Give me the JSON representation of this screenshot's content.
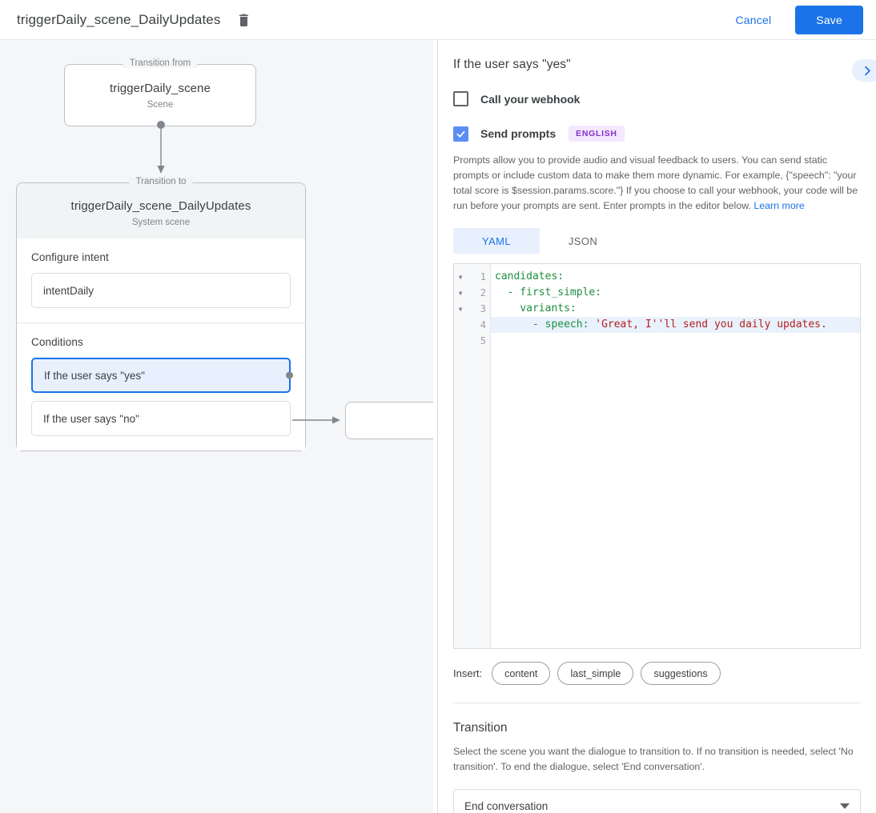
{
  "topbar": {
    "title": "triggerDaily_scene_DailyUpdates",
    "delete_icon": "trash-icon",
    "cancel_label": "Cancel",
    "save_label": "Save"
  },
  "canvas": {
    "from_node": {
      "legend": "Transition from",
      "title": "triggerDaily_scene",
      "subtitle": "Scene"
    },
    "to_node": {
      "legend": "Transition to",
      "title": "triggerDaily_scene_DailyUpdates",
      "subtitle": "System scene"
    },
    "intent_section": {
      "label": "Configure intent",
      "value": "intentDaily"
    },
    "conditions_section": {
      "label": "Conditions",
      "items": [
        {
          "label": "If the user says \"yes\"",
          "selected": true
        },
        {
          "label": "If the user says \"no\"",
          "selected": false
        }
      ]
    }
  },
  "panel": {
    "title": "If the user says \"yes\"",
    "expand_icon": "chevron-right-icon",
    "webhook": {
      "label": "Call your webhook",
      "checked": false
    },
    "prompts": {
      "label": "Send prompts",
      "checked": true,
      "language_badge": "ENGLISH",
      "description": "Prompts allow you to provide audio and visual feedback to users. You can send static prompts or include custom data to make them more dynamic. For example, {\"speech\": \"your total score is $session.params.score.\"} If you choose to call your webhook, your code will be run before your prompts are sent. Enter prompts in the editor below.",
      "learn_more": "Learn more"
    },
    "tabs": [
      {
        "label": "YAML",
        "active": true
      },
      {
        "label": "JSON",
        "active": false
      }
    ],
    "editor": {
      "lines": [
        {
          "num": "1",
          "fold": true,
          "highlight": false,
          "indent": "",
          "key": "candidates:",
          "string": ""
        },
        {
          "num": "2",
          "fold": true,
          "highlight": false,
          "indent": "  ",
          "key": "- first_simple:",
          "string": ""
        },
        {
          "num": "3",
          "fold": true,
          "highlight": false,
          "indent": "    ",
          "key": "variants:",
          "string": ""
        },
        {
          "num": "4",
          "fold": false,
          "highlight": true,
          "indent": "      ",
          "key": "- speech: ",
          "string": "'Great, I''ll send you daily updates."
        },
        {
          "num": "5",
          "fold": false,
          "highlight": false,
          "indent": "",
          "key": "",
          "string": ""
        }
      ]
    },
    "insert": {
      "label": "Insert:",
      "chips": [
        "content",
        "last_simple",
        "suggestions"
      ]
    },
    "transition": {
      "title": "Transition",
      "description": "Select the scene you want the dialogue to transition to. If no transition is needed, select 'No transition'. To end the dialogue, select 'End conversation'.",
      "selected": "End conversation",
      "caret_icon": "caret-down-icon"
    }
  },
  "colors": {
    "accent_blue": "#1a73e8",
    "badge_purple": "#8430ce",
    "yaml_key_green": "#1e8e3e",
    "yaml_string_red": "#b32121"
  }
}
